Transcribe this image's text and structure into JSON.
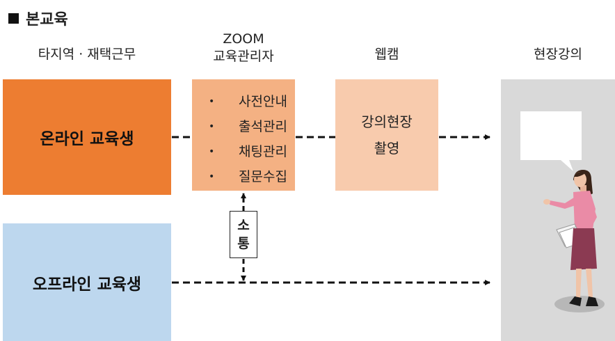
{
  "heading": {
    "title": "본교육"
  },
  "columns": {
    "remote": "타지역 · 재택근무",
    "zoom_line1": "ZOOM",
    "zoom_line2": "교육관리자",
    "webcam": "웹캠",
    "onsite": "현장강의"
  },
  "online_box": {
    "label": "온라인 교육생",
    "color": "#ED7D31"
  },
  "offline_box": {
    "label": "오프라인 교육생",
    "color": "#BDD7EE"
  },
  "zoom_box": {
    "items": [
      "사전안내",
      "출석관리",
      "채팅관리",
      "질문수집"
    ],
    "bullet": "•",
    "color": "#F4B183"
  },
  "webcam_box": {
    "line1": "강의현장",
    "line2": "촬영",
    "color": "#F8CBAD"
  },
  "communication": {
    "char1": "소",
    "char2": "통"
  },
  "stage": {
    "color": "#D9D9D9"
  },
  "icons": [
    "lecturer-figure-icon",
    "speech-bubble-icon"
  ]
}
